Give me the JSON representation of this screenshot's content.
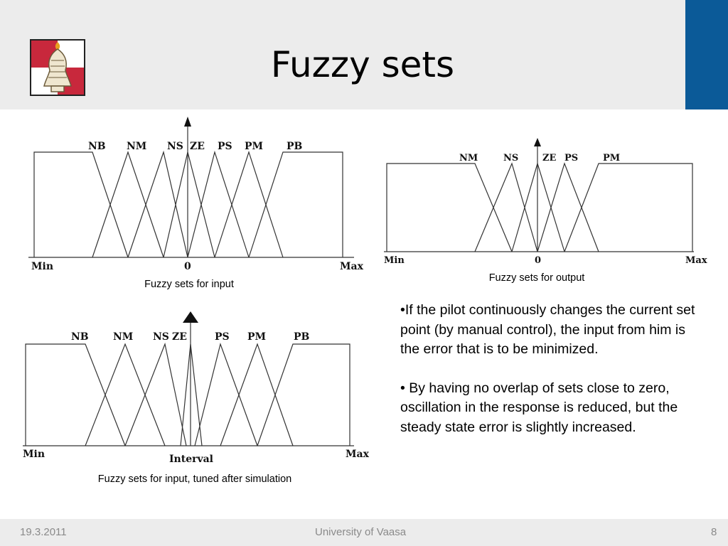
{
  "slide": {
    "title": "Fuzzy sets"
  },
  "diagrams": [
    {
      "caption": "Fuzzy sets for input",
      "sets": [
        "NB",
        "NM",
        "NS",
        "ZE",
        "PS",
        "PM",
        "PB"
      ],
      "axis": {
        "min": "Min",
        "center": "0",
        "max": "Max"
      }
    },
    {
      "caption": "Fuzzy sets for output",
      "sets": [
        "NM",
        "NS",
        "ZE",
        "PS",
        "PM"
      ],
      "axis": {
        "min": "Min",
        "center": "0",
        "max": "Max"
      }
    },
    {
      "caption": "Fuzzy sets for input, tuned after simulation",
      "sets": [
        "NB",
        "NM",
        "NS",
        "ZE",
        "PS",
        "PM",
        "PB"
      ],
      "axis": {
        "min": "Min",
        "center": "Interval",
        "max": "Max"
      }
    }
  ],
  "bullets": [
    "•If the pilot continuously changes the current set point (by manual control), the input from him is the error that is to be minimized.",
    "• By having no overlap of sets close to zero, oscillation in the response is reduced, but the steady state error is slightly increased."
  ],
  "footer": {
    "date": "19.3.2011",
    "organization": "University of Vaasa",
    "page_number": "8"
  },
  "colors": {
    "header_background": "#ececec",
    "accent_bar": "#0b5a98",
    "logo_red": "#c8283c"
  }
}
